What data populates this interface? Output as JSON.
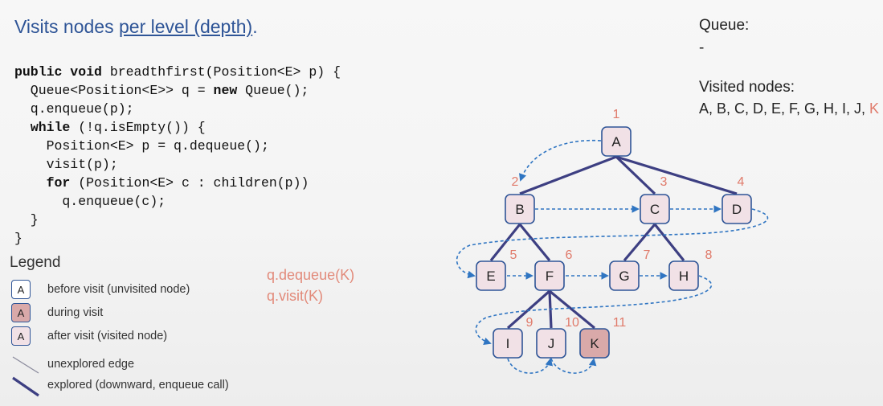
{
  "header": {
    "title_prefix": "Visits nodes ",
    "title_link": "per level (depth)",
    "title_suffix": "."
  },
  "code_lines": [
    [
      {
        "t": "public void",
        "b": true
      },
      {
        "t": " breadthfirst(Position<E> p) {"
      }
    ],
    [
      {
        "t": "  Queue<Position<E>> q = "
      },
      {
        "t": "new",
        "b": true
      },
      {
        "t": " Queue();"
      }
    ],
    [
      {
        "t": "  q.enqueue(p);"
      }
    ],
    [
      {
        "t": "  "
      },
      {
        "t": "while",
        "b": true
      },
      {
        "t": " (!q.isEmpty()) {"
      }
    ],
    [
      {
        "t": "    Position<E> p = q.dequeue();"
      }
    ],
    [
      {
        "t": "    visit(p);"
      }
    ],
    [
      {
        "t": "    "
      },
      {
        "t": "for",
        "b": true
      },
      {
        "t": " (Position<E> c : children(p))"
      }
    ],
    [
      {
        "t": "      q.enqueue(c);"
      }
    ],
    [
      {
        "t": "  }"
      }
    ],
    [
      {
        "t": "}"
      }
    ]
  ],
  "queue": {
    "label": "Queue:",
    "value": "-"
  },
  "visited": {
    "label": "Visited nodes:",
    "nodes": [
      "A",
      "B",
      "C",
      "D",
      "E",
      "F",
      "G",
      "H",
      "I",
      "J"
    ],
    "current": "K",
    "separator": ", "
  },
  "operations": [
    "q.dequeue(K)",
    "q.visit(K)"
  ],
  "legend": {
    "title": "Legend",
    "items": [
      {
        "box": "A",
        "text": "before visit (unvisited node)",
        "state": "unvisited"
      },
      {
        "box": "A",
        "text": "during visit",
        "state": "visiting"
      },
      {
        "box": "A",
        "text": "after visit (visited node)",
        "state": "visited"
      },
      {
        "text": "unexplored edge",
        "state": "edge-unexplored"
      },
      {
        "text": "explored (downward, enqueue call)",
        "state": "edge-explored"
      }
    ]
  },
  "colors": {
    "blue": "#2f5597",
    "edge": "#3d3f82",
    "node_visited": "#f1e1e6",
    "node_unvisited": "#ffffff",
    "node_visiting": "#d9a9a9",
    "number": "#e07a6a",
    "dashed": "#2f75c2"
  },
  "tree": {
    "nodes": [
      {
        "id": "A",
        "order": "1",
        "state": "visited"
      },
      {
        "id": "B",
        "order": "2",
        "state": "visited"
      },
      {
        "id": "C",
        "order": "3",
        "state": "visited"
      },
      {
        "id": "D",
        "order": "4",
        "state": "visited"
      },
      {
        "id": "E",
        "order": "5",
        "state": "visited"
      },
      {
        "id": "F",
        "order": "6",
        "state": "visited"
      },
      {
        "id": "G",
        "order": "7",
        "state": "visited"
      },
      {
        "id": "H",
        "order": "8",
        "state": "visited"
      },
      {
        "id": "I",
        "order": "9",
        "state": "visited"
      },
      {
        "id": "J",
        "order": "10",
        "state": "visited"
      },
      {
        "id": "K",
        "order": "11",
        "state": "visiting"
      }
    ],
    "edges": [
      [
        "A",
        "B"
      ],
      [
        "A",
        "C"
      ],
      [
        "A",
        "D"
      ],
      [
        "B",
        "E"
      ],
      [
        "B",
        "F"
      ],
      [
        "C",
        "G"
      ],
      [
        "C",
        "H"
      ],
      [
        "F",
        "I"
      ],
      [
        "F",
        "J"
      ],
      [
        "F",
        "K"
      ]
    ],
    "traversal": [
      "A",
      "B",
      "C",
      "D",
      "E",
      "F",
      "G",
      "H",
      "I",
      "J",
      "K"
    ]
  }
}
